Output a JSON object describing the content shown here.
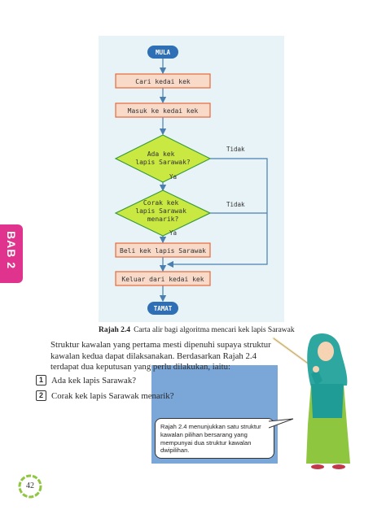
{
  "flowchart": {
    "start": "MULA",
    "step1": "Cari kedai kek",
    "step2": "Masuk ke kedai kek",
    "decision1": [
      "Ada kek",
      "lapis Sarawak?"
    ],
    "decision2": [
      "Corak kek",
      "lapis Sarawak",
      "menarik?"
    ],
    "step3": "Beli kek lapis Sarawak",
    "step4": "Keluar dari kedai kek",
    "end": "TAMAT",
    "yes1": "Ya",
    "yes2": "Ya",
    "no1": "Tidak",
    "no2": "Tidak"
  },
  "caption": {
    "label": "Rajah 2.4",
    "text": "Carta alir bagi algoritma mencari kek lapis Sarawak"
  },
  "side_tab": "BAB 2",
  "body": {
    "paragraph": "Struktur kawalan yang pertama mesti dipenuhi supaya struktur kawalan kedua dapat dilaksanakan. Berdasarkan Rajah 2.4 terdapat dua keputusan yang perlu dilakukan, iaitu:",
    "questions": [
      {
        "num": "1",
        "text": "Ada kek lapis Sarawak?"
      },
      {
        "num": "2",
        "text": "Corak kek lapis Sarawak menarik?"
      }
    ]
  },
  "callout": "Rajah 2.4 menunjukkan satu struktur kawalan pilihan bersarang yang mempunyai dua struktur kawalan dwipilihan.",
  "page_number": "42",
  "colors": {
    "panel": "#e8f3f7",
    "process_fill": "#f9d9c8",
    "process_stroke": "#e56a3a",
    "decision_fill": "#c9e841",
    "decision_stroke": "#3a9a3a",
    "terminal_fill": "#2f6fb6",
    "arrow": "#4a7fb0",
    "tab": "#e0338d",
    "blue_box": "#7aa6d8"
  }
}
